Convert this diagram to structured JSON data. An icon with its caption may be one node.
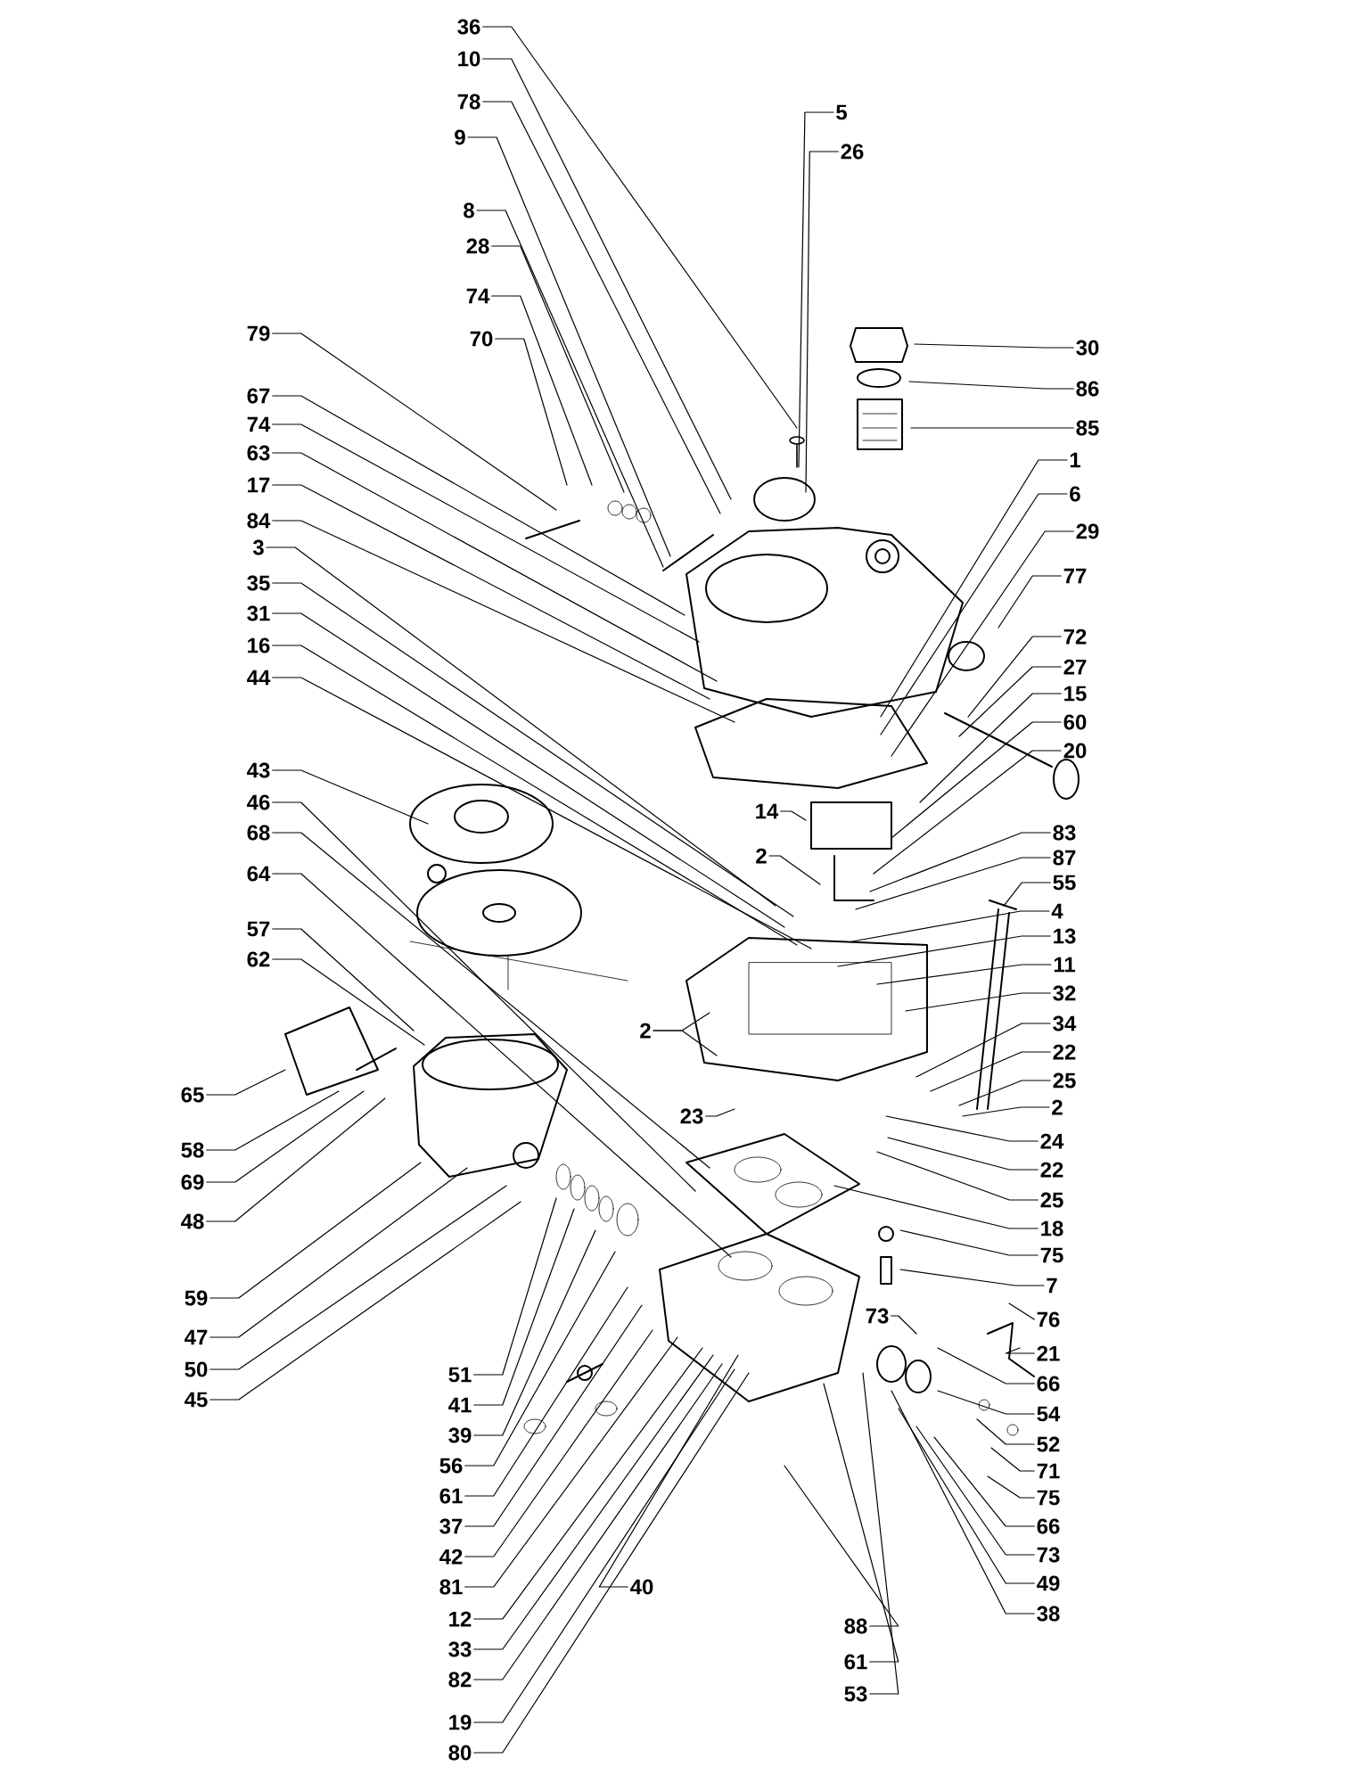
{
  "diagram": {
    "nodes": [
      {
        "text": [
          "36"
        ]
      },
      {
        "text": [
          "10"
        ]
      },
      {
        "text": [
          "78"
        ]
      },
      {
        "text": [
          "9"
        ]
      },
      {
        "text": [
          "8"
        ]
      },
      {
        "text": [
          "28"
        ]
      },
      {
        "text": [
          "74"
        ]
      },
      {
        "text": [
          "70"
        ]
      },
      {
        "text": [
          "5"
        ]
      },
      {
        "text": [
          "26"
        ]
      },
      {
        "text": [
          "30"
        ]
      },
      {
        "text": [
          "86"
        ]
      },
      {
        "text": [
          "85"
        ]
      },
      {
        "text": [
          "79"
        ]
      },
      {
        "text": [
          "67"
        ]
      },
      {
        "text": [
          "74"
        ]
      },
      {
        "text": [
          "63"
        ]
      },
      {
        "text": [
          "17"
        ]
      },
      {
        "text": [
          "84"
        ]
      },
      {
        "text": [
          "3"
        ]
      },
      {
        "text": [
          "35"
        ]
      },
      {
        "text": [
          "31"
        ]
      },
      {
        "text": [
          "16"
        ]
      },
      {
        "text": [
          "44"
        ]
      },
      {
        "text": [
          "1"
        ]
      },
      {
        "text": [
          "6"
        ]
      },
      {
        "text": [
          "29"
        ]
      },
      {
        "text": [
          "77"
        ]
      },
      {
        "text": [
          "72"
        ]
      },
      {
        "text": [
          "27"
        ]
      },
      {
        "text": [
          "15"
        ]
      },
      {
        "text": [
          "60"
        ]
      },
      {
        "text": [
          "20"
        ]
      },
      {
        "text": [
          "14"
        ]
      },
      {
        "text": [
          "2"
        ]
      },
      {
        "text": [
          "43"
        ]
      },
      {
        "text": [
          "46"
        ]
      },
      {
        "text": [
          "68"
        ]
      },
      {
        "text": [
          "64"
        ]
      },
      {
        "text": [
          "57"
        ]
      },
      {
        "text": [
          "62"
        ]
      },
      {
        "text": [
          "83"
        ]
      },
      {
        "text": [
          "87"
        ]
      },
      {
        "text": [
          "55"
        ]
      },
      {
        "text": [
          "4"
        ]
      },
      {
        "text": [
          "13"
        ]
      },
      {
        "text": [
          "11"
        ]
      },
      {
        "text": [
          "32"
        ]
      },
      {
        "text": [
          "34"
        ]
      },
      {
        "text": [
          "22"
        ]
      },
      {
        "text": [
          "25"
        ]
      },
      {
        "text": [
          "2"
        ]
      },
      {
        "text": [
          "2"
        ]
      },
      {
        "text": [
          "65"
        ]
      },
      {
        "text": [
          "23"
        ]
      },
      {
        "text": [
          "24"
        ]
      },
      {
        "text": [
          "22"
        ]
      },
      {
        "text": [
          "58"
        ]
      },
      {
        "text": [
          "25"
        ]
      },
      {
        "text": [
          "69"
        ]
      },
      {
        "text": [
          "18"
        ]
      },
      {
        "text": [
          "48"
        ]
      },
      {
        "text": [
          "75"
        ]
      },
      {
        "text": [
          "7"
        ]
      },
      {
        "text": [
          "59"
        ]
      },
      {
        "text": [
          "73"
        ]
      },
      {
        "text": [
          "76"
        ]
      },
      {
        "text": [
          "47"
        ]
      },
      {
        "text": [
          "51"
        ]
      },
      {
        "text": [
          "21"
        ]
      },
      {
        "text": [
          "50"
        ]
      },
      {
        "text": [
          "66"
        ]
      },
      {
        "text": [
          "45"
        ]
      },
      {
        "text": [
          "41"
        ]
      },
      {
        "text": [
          "54"
        ]
      },
      {
        "text": [
          "39"
        ]
      },
      {
        "text": [
          "52"
        ]
      },
      {
        "text": [
          "56"
        ]
      },
      {
        "text": [
          "71"
        ]
      },
      {
        "text": [
          "61"
        ]
      },
      {
        "text": [
          "75"
        ]
      },
      {
        "text": [
          "37"
        ]
      },
      {
        "text": [
          "66"
        ]
      },
      {
        "text": [
          "42"
        ]
      },
      {
        "text": [
          "73"
        ]
      },
      {
        "text": [
          "81"
        ]
      },
      {
        "text": [
          "49"
        ]
      },
      {
        "text": [
          "40"
        ]
      },
      {
        "text": [
          "12"
        ]
      },
      {
        "text": [
          "38"
        ]
      },
      {
        "text": [
          "88"
        ]
      },
      {
        "text": [
          "33"
        ]
      },
      {
        "text": [
          "61"
        ]
      },
      {
        "text": [
          "82"
        ]
      },
      {
        "text": [
          "53"
        ]
      },
      {
        "text": [
          "19"
        ]
      },
      {
        "text": [
          "80"
        ]
      }
    ],
    "edges": [
      {
        "from": 0,
        "to": null,
        "arrow": "none"
      },
      {
        "from": 1,
        "to": null,
        "arrow": "none"
      },
      {
        "from": 2,
        "to": null,
        "arrow": "none"
      },
      {
        "from": 3,
        "to": null,
        "arrow": "none"
      },
      {
        "from": 4,
        "to": null,
        "arrow": "none"
      },
      {
        "from": 5,
        "to": null,
        "arrow": "none"
      },
      {
        "from": 6,
        "to": null,
        "arrow": "none"
      },
      {
        "from": 7,
        "to": null,
        "arrow": "none"
      },
      {
        "from": 8,
        "to": null,
        "arrow": "none"
      },
      {
        "from": 9,
        "to": null,
        "arrow": "none"
      },
      {
        "from": 10,
        "to": null,
        "arrow": "none"
      },
      {
        "from": 11,
        "to": null,
        "arrow": "none"
      },
      {
        "from": 12,
        "to": null,
        "arrow": "none"
      },
      {
        "from": 13,
        "to": null,
        "arrow": "none"
      },
      {
        "from": 14,
        "to": null,
        "arrow": "none"
      },
      {
        "from": 15,
        "to": null,
        "arrow": "none"
      },
      {
        "from": 16,
        "to": null,
        "arrow": "none"
      },
      {
        "from": 17,
        "to": null,
        "arrow": "none"
      },
      {
        "from": 18,
        "to": null,
        "arrow": "none"
      },
      {
        "from": 19,
        "to": null,
        "arrow": "none"
      },
      {
        "from": 20,
        "to": null,
        "arrow": "none"
      },
      {
        "from": 21,
        "to": null,
        "arrow": "none"
      },
      {
        "from": 22,
        "to": null,
        "arrow": "none"
      },
      {
        "from": 23,
        "to": null,
        "arrow": "none"
      },
      {
        "from": 24,
        "to": null,
        "arrow": "none"
      },
      {
        "from": 25,
        "to": null,
        "arrow": "none"
      },
      {
        "from": 26,
        "to": null,
        "arrow": "none"
      },
      {
        "from": 27,
        "to": null,
        "arrow": "none"
      },
      {
        "from": 28,
        "to": null,
        "arrow": "none"
      },
      {
        "from": 29,
        "to": null,
        "arrow": "none"
      },
      {
        "from": 30,
        "to": null,
        "arrow": "none"
      },
      {
        "from": 31,
        "to": null,
        "arrow": "none"
      },
      {
        "from": 32,
        "to": null,
        "arrow": "none"
      },
      {
        "from": 33,
        "to": null,
        "arrow": "none"
      },
      {
        "from": 34,
        "to": null,
        "arrow": "none"
      },
      {
        "from": 35,
        "to": null,
        "arrow": "none"
      },
      {
        "from": 36,
        "to": null,
        "arrow": "none"
      },
      {
        "from": 37,
        "to": null,
        "arrow": "none"
      },
      {
        "from": 38,
        "to": null,
        "arrow": "none"
      },
      {
        "from": 39,
        "to": null,
        "arrow": "none"
      },
      {
        "from": 40,
        "to": null,
        "arrow": "none"
      },
      {
        "from": 41,
        "to": null,
        "arrow": "none"
      },
      {
        "from": 42,
        "to": null,
        "arrow": "none"
      },
      {
        "from": 43,
        "to": null,
        "arrow": "none"
      },
      {
        "from": 44,
        "to": null,
        "arrow": "none"
      },
      {
        "from": 45,
        "to": null,
        "arrow": "none"
      },
      {
        "from": 46,
        "to": null,
        "arrow": "none"
      },
      {
        "from": 47,
        "to": null,
        "arrow": "none"
      },
      {
        "from": 48,
        "to": null,
        "arrow": "none"
      },
      {
        "from": 49,
        "to": null,
        "arrow": "none"
      },
      {
        "from": 50,
        "to": null,
        "arrow": "none"
      },
      {
        "from": 51,
        "to": null,
        "arrow": "none"
      },
      {
        "from": 51,
        "to": null,
        "arrow": "none"
      },
      {
        "from": 52,
        "to": null,
        "arrow": "none"
      },
      {
        "from": 53,
        "to": null,
        "arrow": "none"
      },
      {
        "from": 54,
        "to": null,
        "arrow": "none"
      },
      {
        "from": 55,
        "to": null,
        "arrow": "none"
      },
      {
        "from": 56,
        "to": null,
        "arrow": "none"
      },
      {
        "from": 57,
        "to": null,
        "arrow": "none"
      },
      {
        "from": 58,
        "to": null,
        "arrow": "none"
      },
      {
        "from": 59,
        "to": null,
        "arrow": "none"
      },
      {
        "from": 60,
        "to": null,
        "arrow": "none"
      },
      {
        "from": 61,
        "to": null,
        "arrow": "none"
      },
      {
        "from": 62,
        "to": null,
        "arrow": "none"
      },
      {
        "from": 63,
        "to": null,
        "arrow": "none"
      },
      {
        "from": 64,
        "to": null,
        "arrow": "none"
      },
      {
        "from": 65,
        "to": null,
        "arrow": "none"
      },
      {
        "from": 66,
        "to": null,
        "arrow": "none"
      },
      {
        "from": 67,
        "to": null,
        "arrow": "none"
      },
      {
        "from": 68,
        "to": null,
        "arrow": "none"
      },
      {
        "from": 69,
        "to": null,
        "arrow": "none"
      },
      {
        "from": 70,
        "to": null,
        "arrow": "none"
      },
      {
        "from": 71,
        "to": null,
        "arrow": "none"
      },
      {
        "from": 72,
        "to": null,
        "arrow": "none"
      },
      {
        "from": 73,
        "to": null,
        "arrow": "none"
      },
      {
        "from": 74,
        "to": null,
        "arrow": "none"
      },
      {
        "from": 75,
        "to": null,
        "arrow": "none"
      },
      {
        "from": 76,
        "to": null,
        "arrow": "none"
      },
      {
        "from": 77,
        "to": null,
        "arrow": "none"
      },
      {
        "from": 78,
        "to": null,
        "arrow": "none"
      },
      {
        "from": 79,
        "to": null,
        "arrow": "none"
      },
      {
        "from": 80,
        "to": null,
        "arrow": "none"
      },
      {
        "from": 81,
        "to": null,
        "arrow": "none"
      },
      {
        "from": 82,
        "to": null,
        "arrow": "none"
      },
      {
        "from": 83,
        "to": null,
        "arrow": "none"
      },
      {
        "from": 84,
        "to": null,
        "arrow": "none"
      },
      {
        "from": 85,
        "to": null,
        "arrow": "none"
      },
      {
        "from": 86,
        "to": null,
        "arrow": "none"
      },
      {
        "from": 87,
        "to": null,
        "arrow": "none"
      },
      {
        "from": 88,
        "to": null,
        "arrow": "none"
      },
      {
        "from": 89,
        "to": null,
        "arrow": "none"
      },
      {
        "from": 90,
        "to": null,
        "arrow": "none"
      },
      {
        "from": 91,
        "to": null,
        "arrow": "none"
      },
      {
        "from": 92,
        "to": null,
        "arrow": "none"
      },
      {
        "from": 93,
        "to": null,
        "arrow": "none"
      },
      {
        "from": 94,
        "to": null,
        "arrow": "none"
      },
      {
        "from": 95,
        "to": null,
        "arrow": "none"
      },
      {
        "from": 96,
        "to": null,
        "arrow": "none"
      }
    ]
  }
}
